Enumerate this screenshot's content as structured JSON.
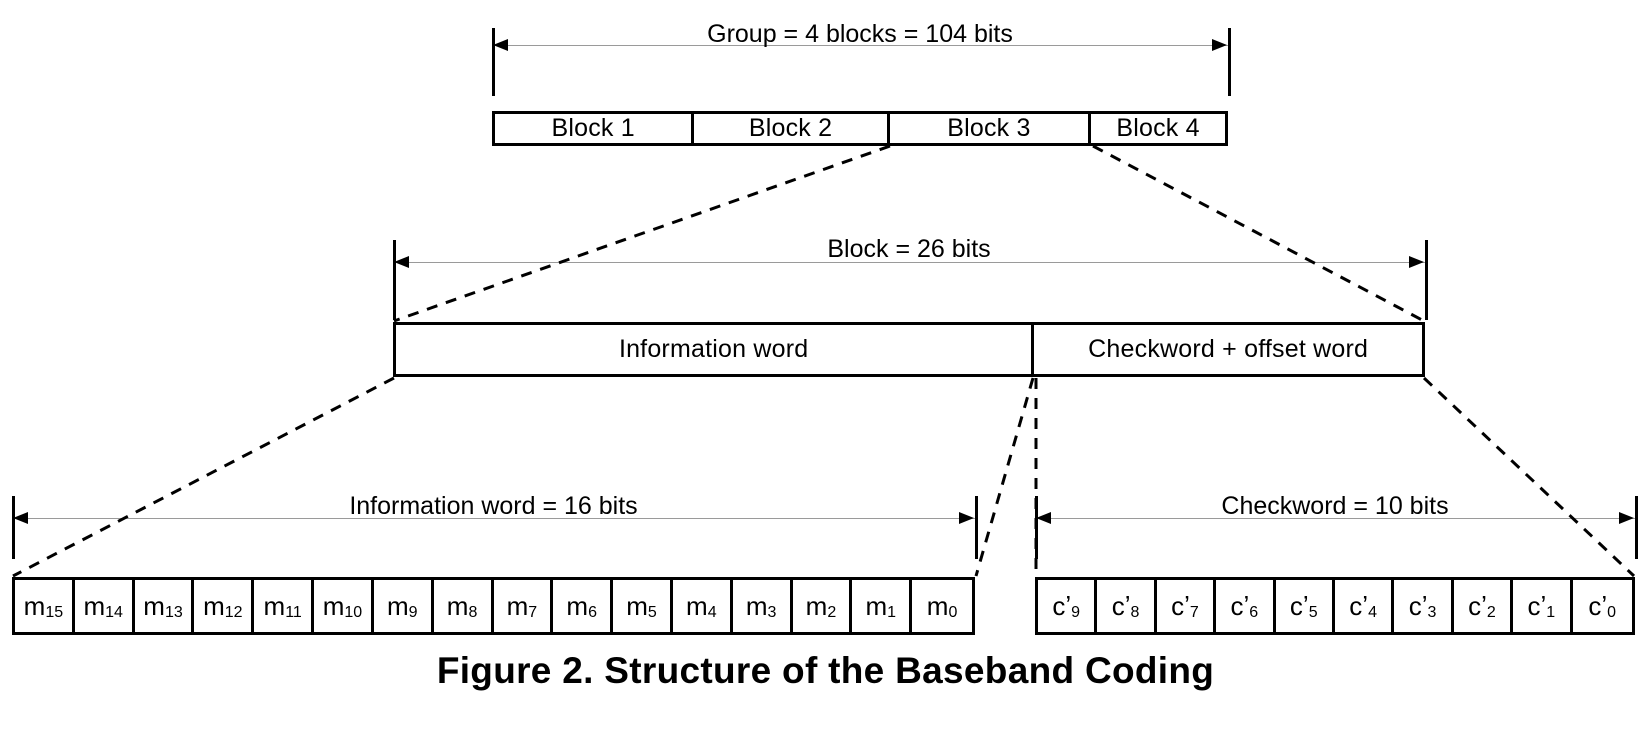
{
  "figure": {
    "caption": "Figure 2. Structure of the Baseband Coding"
  },
  "group_level": {
    "dimension_label": "Group = 4 blocks = 104 bits",
    "blocks": [
      {
        "label": "Block 1"
      },
      {
        "label": "Block 2"
      },
      {
        "label": "Block 3"
      },
      {
        "label": "Block 4"
      }
    ]
  },
  "block_level": {
    "dimension_label": "Block = 26 bits",
    "fields": [
      {
        "label": "Information word"
      },
      {
        "label": "Checkword + offset word"
      }
    ]
  },
  "bit_level": {
    "information_word": {
      "dimension_label": "Information word = 16 bits",
      "bits": [
        {
          "base": "m",
          "sub": "15"
        },
        {
          "base": "m",
          "sub": "14"
        },
        {
          "base": "m",
          "sub": "13"
        },
        {
          "base": "m",
          "sub": "12"
        },
        {
          "base": "m",
          "sub": "11"
        },
        {
          "base": "m",
          "sub": "10"
        },
        {
          "base": "m",
          "sub": "9"
        },
        {
          "base": "m",
          "sub": "8"
        },
        {
          "base": "m",
          "sub": "7"
        },
        {
          "base": "m",
          "sub": "6"
        },
        {
          "base": "m",
          "sub": "5"
        },
        {
          "base": "m",
          "sub": "4"
        },
        {
          "base": "m",
          "sub": "3"
        },
        {
          "base": "m",
          "sub": "2"
        },
        {
          "base": "m",
          "sub": "1"
        },
        {
          "base": "m",
          "sub": "0"
        }
      ]
    },
    "checkword": {
      "dimension_label": "Checkword = 10 bits",
      "bits": [
        {
          "base": "c",
          "prime": "’",
          "sub": "9"
        },
        {
          "base": "c",
          "prime": "’",
          "sub": "8"
        },
        {
          "base": "c",
          "prime": "’",
          "sub": "7"
        },
        {
          "base": "c",
          "prime": "’",
          "sub": "6"
        },
        {
          "base": "c",
          "prime": "’",
          "sub": "5"
        },
        {
          "base": "c",
          "prime": "’",
          "sub": "4"
        },
        {
          "base": "c",
          "prime": "’",
          "sub": "3"
        },
        {
          "base": "c",
          "prime": "’",
          "sub": "2"
        },
        {
          "base": "c",
          "prime": "’",
          "sub": "1"
        },
        {
          "base": "c",
          "prime": "’",
          "sub": "0"
        }
      ]
    }
  },
  "colors": {
    "stroke": "#000000",
    "dimension_line": "#9a9a9a",
    "background": "#ffffff"
  }
}
